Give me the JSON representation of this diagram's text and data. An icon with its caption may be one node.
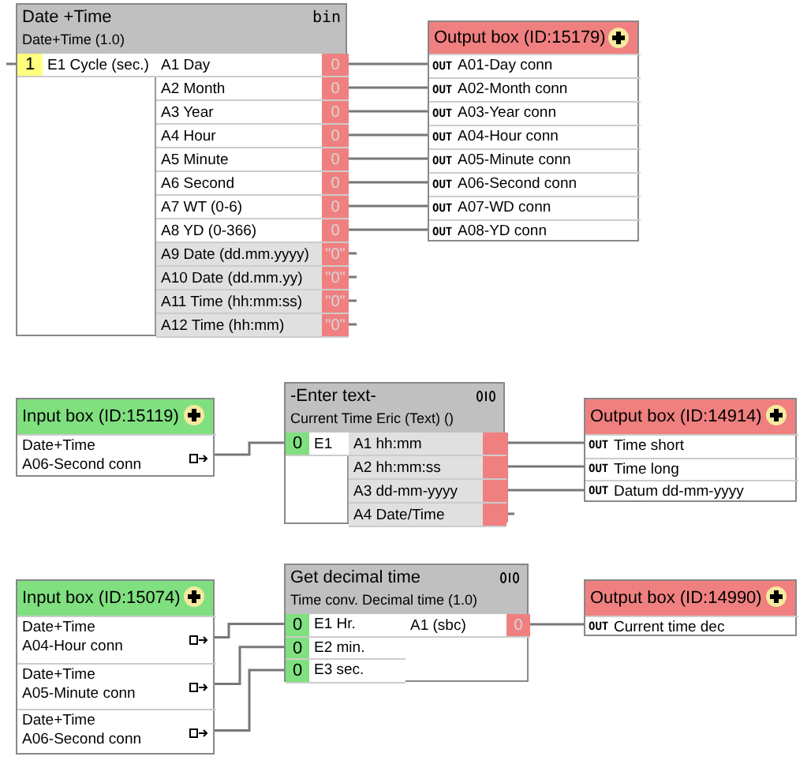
{
  "diagram": {
    "nodes": [
      {
        "text": [
          "Date +Time",
          "Date+Time (1.0)",
          "bin"
        ]
      },
      {
        "text": [
          "1",
          "E1 Cycle (sec.)"
        ],
        "in": 0
      },
      {
        "text": [
          "A1 Day",
          "0"
        ],
        "in": 0
      },
      {
        "text": [
          "A2 Month",
          "0"
        ],
        "in": 0
      },
      {
        "text": [
          "A3 Year",
          "0"
        ],
        "in": 0
      },
      {
        "text": [
          "A4 Hour",
          "0"
        ],
        "in": 0
      },
      {
        "text": [
          "A5 Minute",
          "0"
        ],
        "in": 0
      },
      {
        "text": [
          "A6 Second",
          "0"
        ],
        "in": 0
      },
      {
        "text": [
          "A7 WT (0-6)",
          "0"
        ],
        "in": 0
      },
      {
        "text": [
          "A8 YD (0-366)",
          "0"
        ],
        "in": 0
      },
      {
        "text": [
          "A9 Date (dd.mm.yyyy)",
          "\"0\""
        ],
        "in": 0
      },
      {
        "text": [
          "A10 Date (dd.mm.yy)",
          "\"0\""
        ],
        "in": 0
      },
      {
        "text": [
          "A11 Time (hh:mm:ss)",
          "\"0\""
        ],
        "in": 0
      },
      {
        "text": [
          "A12 Time (hh:mm)",
          "\"0\""
        ],
        "in": 0
      },
      {
        "text": [
          "Output box (ID:15179)"
        ]
      },
      {
        "text": [
          "OUT",
          "A01-Day conn"
        ],
        "in": 14
      },
      {
        "text": [
          "OUT",
          "A02-Month conn"
        ],
        "in": 14
      },
      {
        "text": [
          "OUT",
          "A03-Year conn"
        ],
        "in": 14
      },
      {
        "text": [
          "OUT",
          "A04-Hour conn"
        ],
        "in": 14
      },
      {
        "text": [
          "OUT",
          "A05-Minute conn"
        ],
        "in": 14
      },
      {
        "text": [
          "OUT",
          "A06-Second conn"
        ],
        "in": 14
      },
      {
        "text": [
          "OUT",
          "A07-WD conn"
        ],
        "in": 14
      },
      {
        "text": [
          "OUT",
          "A08-YD conn"
        ],
        "in": 14
      },
      {
        "text": [
          "Input box (ID:15119)"
        ]
      },
      {
        "text": [
          "Date+Time",
          "A06-Second conn"
        ],
        "in": 23
      },
      {
        "text": [
          "-Enter text-",
          "Current Time Eric (Text) ()"
        ]
      },
      {
        "text": [
          "0",
          "E1"
        ],
        "in": 25
      },
      {
        "text": [
          "A1 hh:mm"
        ],
        "in": 25
      },
      {
        "text": [
          "A2 hh:mm:ss"
        ],
        "in": 25
      },
      {
        "text": [
          "A3 dd-mm-yyyy"
        ],
        "in": 25
      },
      {
        "text": [
          "A4 Date/Time"
        ],
        "in": 25
      },
      {
        "text": [
          "Output box (ID:14914)"
        ]
      },
      {
        "text": [
          "OUT",
          "Time short"
        ],
        "in": 31
      },
      {
        "text": [
          "OUT",
          "Time long"
        ],
        "in": 31
      },
      {
        "text": [
          "OUT",
          "Datum dd-mm-yyyy"
        ],
        "in": 31
      },
      {
        "text": [
          "Input box (ID:15074)"
        ]
      },
      {
        "text": [
          "Date+Time",
          "A04-Hour conn"
        ],
        "in": 35
      },
      {
        "text": [
          "Date+Time",
          "A05-Minute conn"
        ],
        "in": 35
      },
      {
        "text": [
          "Date+Time",
          "A06-Second conn"
        ],
        "in": 35
      },
      {
        "text": [
          "Get decimal time",
          "Time conv. Decimal time (1.0)"
        ]
      },
      {
        "text": [
          "0",
          "E1 Hr."
        ],
        "in": 39
      },
      {
        "text": [
          "0",
          "E2 min."
        ],
        "in": 39
      },
      {
        "text": [
          "0",
          "E3 sec."
        ],
        "in": 39
      },
      {
        "text": [
          "A1 (sbc)",
          "0"
        ],
        "in": 39
      },
      {
        "text": [
          "Output box (ID:14990)"
        ]
      },
      {
        "text": [
          "OUT",
          "Current time dec"
        ],
        "in": 44
      }
    ],
    "edges": [
      {
        "from": 2,
        "to": 15,
        "arrow": "none"
      },
      {
        "from": 3,
        "to": 16,
        "arrow": "none"
      },
      {
        "from": 4,
        "to": 17,
        "arrow": "none"
      },
      {
        "from": 5,
        "to": 18,
        "arrow": "none"
      },
      {
        "from": 6,
        "to": 19,
        "arrow": "none"
      },
      {
        "from": 7,
        "to": 20,
        "arrow": "none"
      },
      {
        "from": 8,
        "to": 21,
        "arrow": "none"
      },
      {
        "from": 9,
        "to": 22,
        "arrow": "none"
      },
      {
        "from": 24,
        "to": 26,
        "arrow": "none"
      },
      {
        "from": 27,
        "to": 32,
        "arrow": "none"
      },
      {
        "from": 28,
        "to": 33,
        "arrow": "none"
      },
      {
        "from": 29,
        "to": 34,
        "arrow": "none"
      },
      {
        "from": 36,
        "to": 40,
        "arrow": "none"
      },
      {
        "from": 37,
        "to": 41,
        "arrow": "none"
      },
      {
        "from": 38,
        "to": 42,
        "arrow": "none"
      },
      {
        "from": 43,
        "to": 45,
        "arrow": "none"
      }
    ]
  }
}
